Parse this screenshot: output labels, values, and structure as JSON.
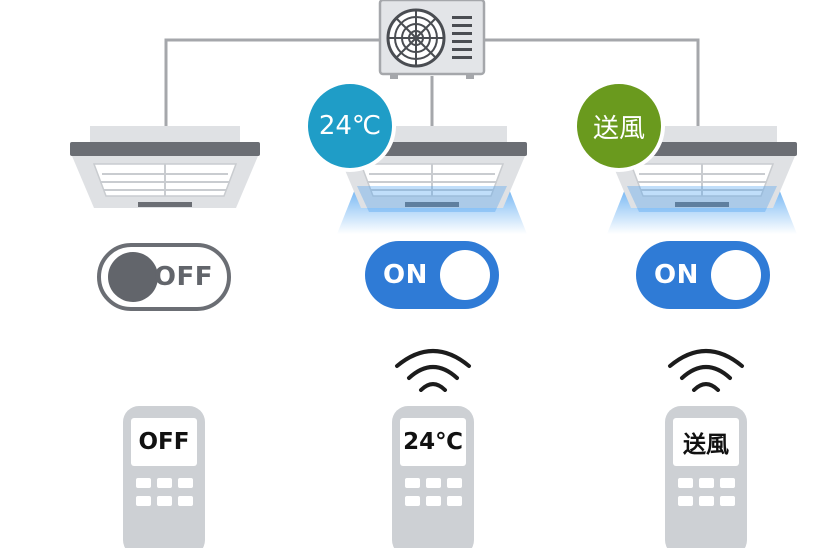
{
  "colors": {
    "line": "#a5a7ab",
    "unit_gray": "#cdd0d4",
    "dark_gray": "#6b6e74",
    "toggle_on": "#2f7bd6",
    "badge_temp": "#1f9dc7",
    "badge_fan": "#6a9a1e",
    "airflow": "#4aa0f0"
  },
  "icons": {
    "outdoor_unit": "outdoor-unit-icon",
    "indoor_unit": "ceiling-cassette-icon",
    "signal": "wireless-signal-icon",
    "remote": "remote-control-icon"
  },
  "units": [
    {
      "badge": "",
      "badge_color": "",
      "toggle_state": "off",
      "toggle_label": "OFF",
      "remote_display": "OFF",
      "airflow": false,
      "signal": false
    },
    {
      "badge": "24℃",
      "badge_color": "#1f9dc7",
      "toggle_state": "on",
      "toggle_label": "ON",
      "remote_display": "24℃",
      "airflow": true,
      "signal": true
    },
    {
      "badge": "送風",
      "badge_color": "#6a9a1e",
      "toggle_state": "on",
      "toggle_label": "ON",
      "remote_display": "送風",
      "airflow": true,
      "signal": true
    }
  ]
}
